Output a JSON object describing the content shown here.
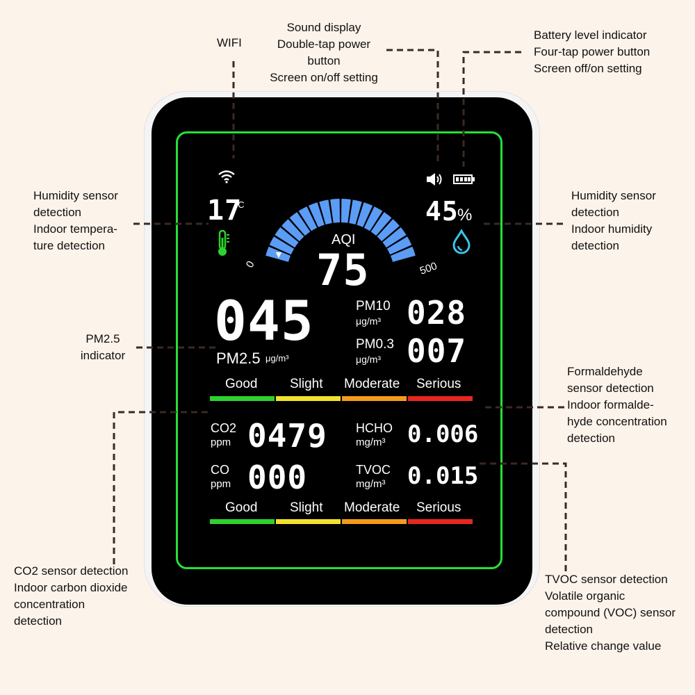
{
  "callouts": {
    "wifi": [
      "WIFI"
    ],
    "sound": [
      "Sound display",
      "Double-tap power",
      "button",
      "Screen on/off setting"
    ],
    "battery": [
      "Battery level indicator",
      "Four-tap power button",
      "Screen off/on setting"
    ],
    "temperature": [
      "Humidity sensor",
      "detection",
      "Indoor tempera-",
      "ture detection"
    ],
    "humidity": [
      "Humidity sensor",
      "detection",
      "Indoor humidity",
      "detection"
    ],
    "pm25": [
      "PM2.5",
      "indicator"
    ],
    "formaldehyde": [
      "Formaldehyde",
      "sensor detection",
      "Indoor formalde-",
      "hyde concentration",
      "detection"
    ],
    "co2": [
      "CO2 sensor detection",
      "Indoor carbon dioxide",
      "concentration",
      "detection"
    ],
    "tvoc": [
      "TVOC sensor detection",
      "Volatile organic",
      "compound (VOC) sensor",
      "detection",
      "Relative change value"
    ]
  },
  "screen": {
    "temperature": {
      "value": "17",
      "unit": "°C"
    },
    "humidity": {
      "value": "45",
      "unit": "%"
    },
    "aqi": {
      "label": "AQI",
      "value": "75",
      "min": "0",
      "max": "500",
      "fraction": 0.15
    },
    "pm25": {
      "value": "045",
      "label": "PM2.5",
      "unit": "μg/m³"
    },
    "pm10": {
      "label": "PM10",
      "unit": "μg/m³",
      "value": "028"
    },
    "pm03": {
      "label": "PM0.3",
      "unit": "μg/m³",
      "value": "007"
    },
    "co2": {
      "label": "CO2",
      "unit": "ppm",
      "value": "0479"
    },
    "co": {
      "label": "CO",
      "unit": "ppm",
      "value": "000"
    },
    "hcho": {
      "label": "HCHO",
      "unit": "mg/m³",
      "value": "0.006"
    },
    "tvoc": {
      "label": "TVOC",
      "unit": "mg/m³",
      "value": "0.015"
    },
    "levels": [
      "Good",
      "Slight",
      "Moderate",
      "Serious"
    ],
    "level_colors": [
      "#2fd12f",
      "#f1e22e",
      "#f39a1d",
      "#e8261e"
    ],
    "aqi_color": "#5b9cf5",
    "icons": {
      "wifi": "wifi-icon",
      "sound": "speaker-icon",
      "battery": "battery-icon",
      "thermometer": "thermometer-icon",
      "humidity": "water-drop-icon"
    }
  }
}
